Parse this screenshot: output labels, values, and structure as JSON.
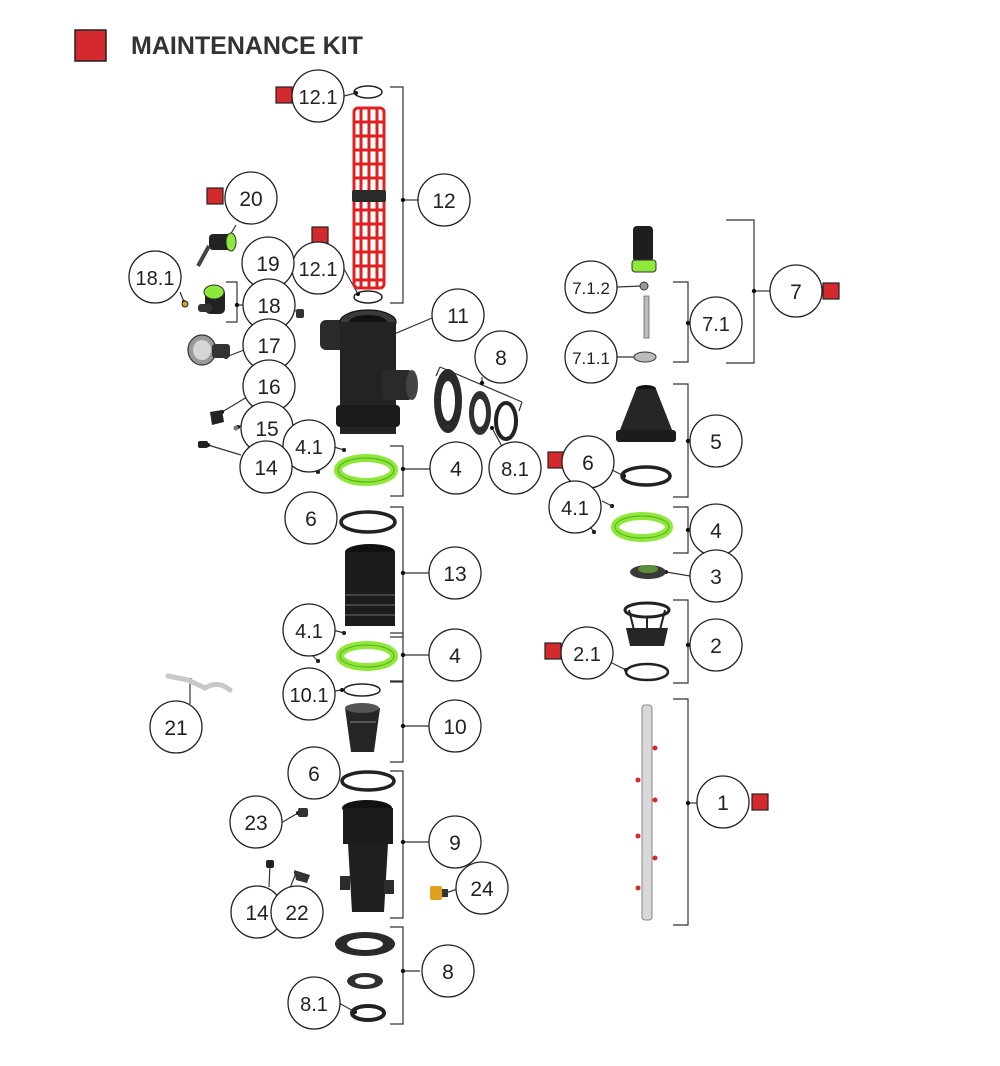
{
  "colors": {
    "kit_red": "#d42a2e",
    "filter_red": "#e02020",
    "ring_green": "#8de83a",
    "dark_part": "#1e1e1e",
    "line": "#333333"
  },
  "legend": {
    "label": "MAINTENANCE KIT",
    "icon": "red-square-icon"
  },
  "callouts": [
    {
      "id": "c-12-1-top",
      "label": "12.1",
      "kit": true
    },
    {
      "id": "c-12",
      "label": "12",
      "kit": false
    },
    {
      "id": "c-20",
      "label": "20",
      "kit": true
    },
    {
      "id": "c-12-1-low",
      "label": "12.1",
      "kit": true
    },
    {
      "id": "c-19",
      "label": "19",
      "kit": false
    },
    {
      "id": "c-18-1",
      "label": "18.1",
      "kit": false
    },
    {
      "id": "c-18",
      "label": "18",
      "kit": false
    },
    {
      "id": "c-11",
      "label": "11",
      "kit": false
    },
    {
      "id": "c-17",
      "label": "17",
      "kit": false
    },
    {
      "id": "c-8-top",
      "label": "8",
      "kit": false
    },
    {
      "id": "c-16",
      "label": "16",
      "kit": false
    },
    {
      "id": "c-15",
      "label": "15",
      "kit": false
    },
    {
      "id": "c-4-1-a",
      "label": "4.1",
      "kit": false
    },
    {
      "id": "c-14-a",
      "label": "14",
      "kit": false
    },
    {
      "id": "c-4-a",
      "label": "4",
      "kit": false
    },
    {
      "id": "c-8-1-top",
      "label": "8.1",
      "kit": false
    },
    {
      "id": "c-6-a",
      "label": "6",
      "kit": false
    },
    {
      "id": "c-13",
      "label": "13",
      "kit": false
    },
    {
      "id": "c-4-1-b",
      "label": "4.1",
      "kit": false
    },
    {
      "id": "c-4-b",
      "label": "4",
      "kit": false
    },
    {
      "id": "c-10-1",
      "label": "10.1",
      "kit": false
    },
    {
      "id": "c-10",
      "label": "10",
      "kit": false
    },
    {
      "id": "c-21",
      "label": "21",
      "kit": false
    },
    {
      "id": "c-6-b",
      "label": "6",
      "kit": false
    },
    {
      "id": "c-23",
      "label": "23",
      "kit": false
    },
    {
      "id": "c-9",
      "label": "9",
      "kit": false
    },
    {
      "id": "c-24",
      "label": "24",
      "kit": false
    },
    {
      "id": "c-14-b",
      "label": "14",
      "kit": false
    },
    {
      "id": "c-22",
      "label": "22",
      "kit": false
    },
    {
      "id": "c-8-bottom",
      "label": "8",
      "kit": false
    },
    {
      "id": "c-8-1-bottom",
      "label": "8.1",
      "kit": false
    },
    {
      "id": "c-7-1-2",
      "label": "7.1.2",
      "kit": false
    },
    {
      "id": "c-7",
      "label": "7",
      "kit": true
    },
    {
      "id": "c-7-1",
      "label": "7.1",
      "kit": false
    },
    {
      "id": "c-7-1-1",
      "label": "7.1.1",
      "kit": false
    },
    {
      "id": "c-5",
      "label": "5",
      "kit": false
    },
    {
      "id": "c-6-right",
      "label": "6",
      "kit": true
    },
    {
      "id": "c-4-1-right",
      "label": "4.1",
      "kit": false
    },
    {
      "id": "c-4-right",
      "label": "4",
      "kit": false
    },
    {
      "id": "c-3",
      "label": "3",
      "kit": false
    },
    {
      "id": "c-2",
      "label": "2",
      "kit": false
    },
    {
      "id": "c-2-1",
      "label": "2.1",
      "kit": true
    },
    {
      "id": "c-1",
      "label": "1",
      "kit": true
    }
  ]
}
